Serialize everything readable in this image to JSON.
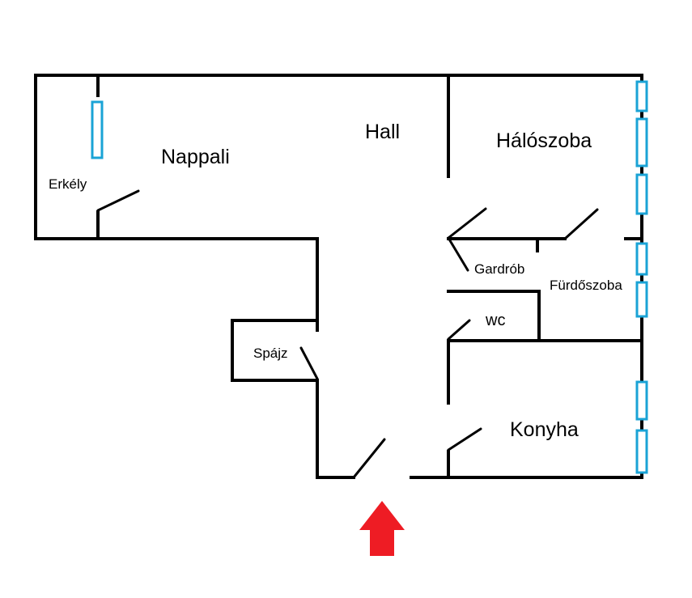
{
  "rooms": {
    "nappali": "Nappali",
    "hall": "Hall",
    "haloszoba": "Hálószoba",
    "erkely": "Erkély",
    "gardrob": "Gardrób",
    "furdoszoba": "Fürdőszoba",
    "wc": "wc",
    "spajz": "Spájz",
    "konyha": "Konyha"
  },
  "colors": {
    "wall": "#000000",
    "window": "#1aa3d6",
    "entrance_arrow": "#ee1c24"
  },
  "icons": {
    "entrance": "up-arrow-icon"
  }
}
